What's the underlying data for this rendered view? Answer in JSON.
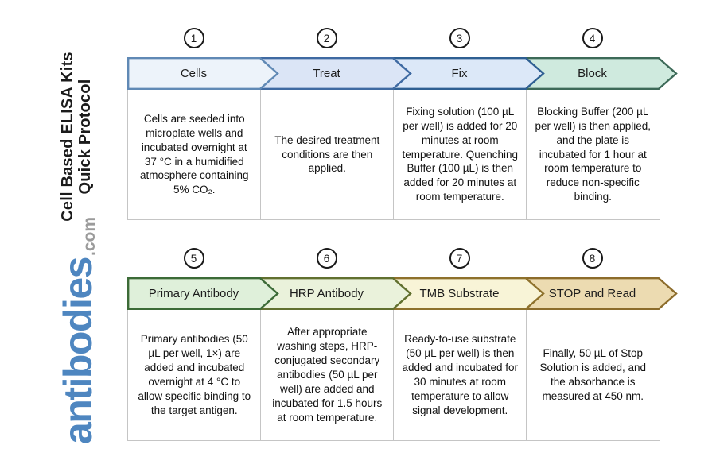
{
  "sidebar": {
    "title_line1": "Cell Based ELISA Kits",
    "title_line2": "Quick Protocol",
    "logo_text": "antibodies",
    "logo_suffix": ".com",
    "logo_color": "#4e86c0",
    "logo_suffix_color": "#9b9b9b"
  },
  "steps": [
    {
      "number": "1",
      "label": "Cells",
      "fill": "#edf3fa",
      "stroke": "#6089b5",
      "description": "Cells are seeded into microplate wells and incubated overnight at 37 °C in a humidified atmosphere containing 5% CO₂."
    },
    {
      "number": "2",
      "label": "Treat",
      "fill": "#dbe5f6",
      "stroke": "#3f6aa2",
      "description": "The desired treatment conditions are then applied."
    },
    {
      "number": "3",
      "label": "Fix",
      "fill": "#dce8f8",
      "stroke": "#2e5f92",
      "description": "Fixing solution (100 µL per well) is added for 20 minutes at room temperature. Quenching Buffer (100 µL) is then added for 20 minutes at room temperature."
    },
    {
      "number": "4",
      "label": "Block",
      "fill": "#cfeade",
      "stroke": "#3d6a58",
      "description": "Blocking Buffer (200 µL per well) is then applied, and the plate is incubated for 1 hour at room temperature to reduce non-specific binding."
    },
    {
      "number": "5",
      "label": "Primary Antibody",
      "fill": "#dff0da",
      "stroke": "#3c6b37",
      "description": "Primary antibodies (50 µL per well, 1×) are added and incubated overnight at 4 °C to allow specific binding to the target antigen."
    },
    {
      "number": "6",
      "label": "HRP Antibody",
      "fill": "#eaf2db",
      "stroke": "#61702f",
      "description": "After appropriate washing steps, HRP-conjugated secondary antibodies (50 µL per well) are added and incubated for 1.5 hours at room temperature."
    },
    {
      "number": "7",
      "label": "TMB Substrate",
      "fill": "#f8f4d7",
      "stroke": "#8e712c",
      "description": "Ready-to-use substrate (50 µL per well) is then added and incubated for 30 minutes at room temperature to allow signal development."
    },
    {
      "number": "8",
      "label": "STOP and Read",
      "fill": "#ecdbb1",
      "stroke": "#8c6c2b",
      "description": "Finally, 50 µL of Stop Solution is added, and the absorbance is measured at 450 nm."
    }
  ]
}
